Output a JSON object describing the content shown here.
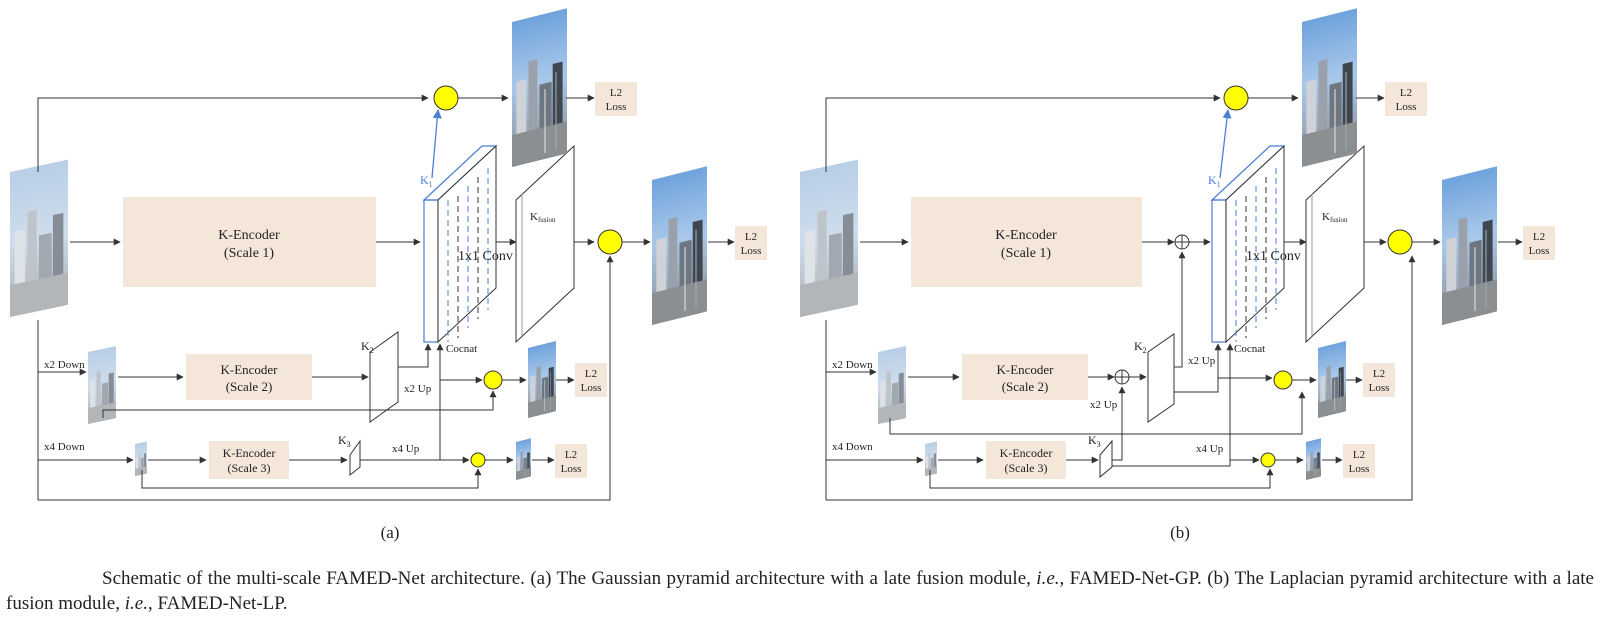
{
  "panels": [
    {
      "id": "a",
      "sublabel": "(a)",
      "encoders": [
        {
          "name": "K-Encoder",
          "scale": "(Scale 1)"
        },
        {
          "name": "K-Encoder",
          "scale": "(Scale 2)"
        },
        {
          "name": "K-Encoder",
          "scale": "(Scale 3)"
        }
      ],
      "k_labels": {
        "k1": "K",
        "k1_sub": "1",
        "k2": "K",
        "k2_sub": "2",
        "k3": "K",
        "k3_sub": "3",
        "kfusion": "K",
        "kfusion_sub": "fusion"
      },
      "conv_label": "1x1  Conv",
      "concat_label": "Cocnat",
      "down_labels": [
        "x2 Down",
        "x4 Down"
      ],
      "up_labels": [
        "x2 Up",
        "x4 Up"
      ],
      "loss_line1": "L2",
      "loss_line2": "Loss"
    },
    {
      "id": "b",
      "sublabel": "(b)",
      "encoders": [
        {
          "name": "K-Encoder",
          "scale": "(Scale 1)"
        },
        {
          "name": "K-Encoder",
          "scale": "(Scale 2)"
        },
        {
          "name": "K-Encoder",
          "scale": "(Scale 3)"
        }
      ],
      "k_labels": {
        "k1": "K",
        "k1_sub": "1",
        "k2": "K",
        "k2_sub": "2",
        "k3": "K",
        "k3_sub": "3",
        "kfusion": "K",
        "kfusion_sub": "fusion"
      },
      "conv_label": "1x1  Conv",
      "concat_label": "Cocnat",
      "down_labels": [
        "x2 Down",
        "x4 Down"
      ],
      "up_labels": [
        "x2 Up",
        "x2 Up",
        "x4 Up"
      ],
      "loss_line1": "L2",
      "loss_line2": "Loss"
    }
  ],
  "caption": {
    "part1": "Schematic of the multi-scale FAMED-Net architecture. (a) The Gaussian pyramid architecture with a late fusion module, ",
    "ie1": "i.e.",
    "part2": ", FAMED-Net-GP. (b) The Laplacian pyramid architecture with a late fusion module, ",
    "ie2": "i.e.",
    "part3": ", FAMED-Net-LP."
  },
  "colors": {
    "encoder_box": "#f5e6da",
    "loss_box": "#f5e6da",
    "fusion_circle": "#ffff00",
    "k1_blue": "#4a7fd4",
    "line": "#333333"
  }
}
